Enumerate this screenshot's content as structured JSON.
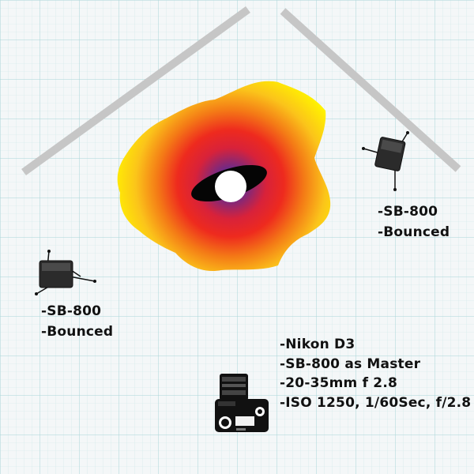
{
  "flash_right": {
    "lines": [
      "-SB-800",
      "-Bounced"
    ]
  },
  "flash_left": {
    "lines": [
      "-SB-800",
      "-Bounced"
    ]
  },
  "camera": {
    "lines": [
      "-Nikon D3",
      "-SB-800 as Master",
      "-20-35mm f 2.8",
      "-ISO 1250, 1/60Sec, f/2.8"
    ]
  },
  "colors": {
    "background": "#f4f7f8",
    "grid": "#b9dfe0",
    "wall": "#c8c8c8",
    "heat_center": "#3a2a9a",
    "heat_mid": "#e8232a",
    "heat_edge": "#fff200"
  },
  "icons": [
    "flash-unit-icon",
    "camera-icon",
    "subject-icon",
    "wall-reflector"
  ]
}
